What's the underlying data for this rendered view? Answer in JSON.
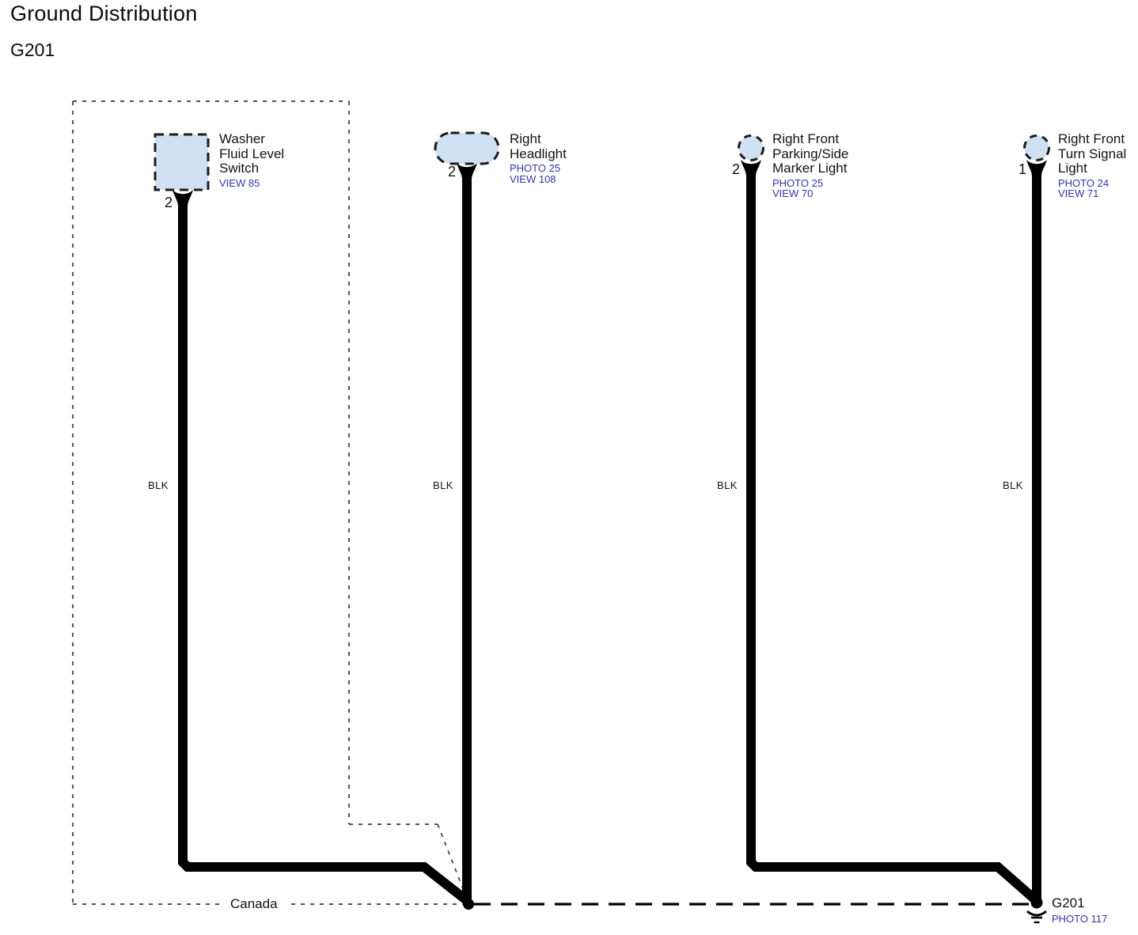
{
  "page": {
    "title": "Ground Distribution",
    "subtitle": "G201"
  },
  "colors": {
    "wire": "#000000",
    "component_fill": "#cfe0f2",
    "link": "#3333aa",
    "boundary": "#3a3a3a"
  },
  "region": {
    "label": "Canada"
  },
  "branches": [
    {
      "component": "Washer\nFluid Level\nSwitch",
      "symbol": "dashed-square",
      "refs": [
        "VIEW 85"
      ],
      "pin": "2",
      "wire_color": "BLK"
    },
    {
      "component": "Right\nHeadlight",
      "symbol": "dashed-pill",
      "refs": [
        "PHOTO 25",
        "VIEW 108"
      ],
      "pin": "2",
      "wire_color": "BLK"
    },
    {
      "component": "Right Front\nParking/Side\nMarker Light",
      "symbol": "dashed-circle",
      "refs": [
        "PHOTO 25",
        "VIEW 70"
      ],
      "pin": "2",
      "wire_color": "BLK"
    },
    {
      "component": "Right Front\nTurn Signal\nLight",
      "symbol": "dashed-circle",
      "refs": [
        "PHOTO 24",
        "VIEW 71"
      ],
      "pin": "1",
      "wire_color": "BLK"
    }
  ],
  "ground": {
    "label": "G201",
    "ref": "PHOTO 117"
  }
}
